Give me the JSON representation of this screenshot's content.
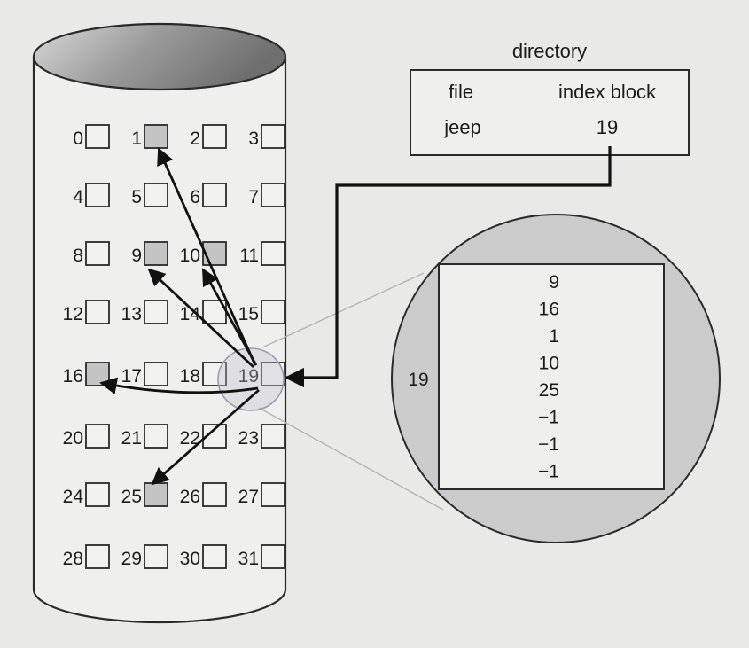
{
  "directory": {
    "title": "directory",
    "col_file": "file",
    "col_index_block": "index block",
    "file_name": "jeep",
    "index_block_value": "19"
  },
  "disk": {
    "blocks": [
      {
        "n": "0",
        "used": false
      },
      {
        "n": "1",
        "used": true
      },
      {
        "n": "2",
        "used": false
      },
      {
        "n": "3",
        "used": false
      },
      {
        "n": "4",
        "used": false
      },
      {
        "n": "5",
        "used": false
      },
      {
        "n": "6",
        "used": false
      },
      {
        "n": "7",
        "used": false
      },
      {
        "n": "8",
        "used": false
      },
      {
        "n": "9",
        "used": true
      },
      {
        "n": "10",
        "used": true
      },
      {
        "n": "11",
        "used": false
      },
      {
        "n": "12",
        "used": false
      },
      {
        "n": "13",
        "used": false
      },
      {
        "n": "14",
        "used": false
      },
      {
        "n": "15",
        "used": false
      },
      {
        "n": "16",
        "used": true
      },
      {
        "n": "17",
        "used": false
      },
      {
        "n": "18",
        "used": false
      },
      {
        "n": "19",
        "used": false,
        "index": true
      },
      {
        "n": "20",
        "used": false
      },
      {
        "n": "21",
        "used": false
      },
      {
        "n": "22",
        "used": false
      },
      {
        "n": "23",
        "used": false
      },
      {
        "n": "24",
        "used": false
      },
      {
        "n": "25",
        "used": true
      },
      {
        "n": "26",
        "used": false
      },
      {
        "n": "27",
        "used": false
      },
      {
        "n": "28",
        "used": false
      },
      {
        "n": "29",
        "used": false
      },
      {
        "n": "30",
        "used": false
      },
      {
        "n": "31",
        "used": false
      }
    ],
    "used_color": "#c4c4c4",
    "free_color": "#f2f2f0"
  },
  "index_block": {
    "label": "19",
    "entries": [
      "9",
      "16",
      "1",
      "10",
      "25",
      "−1",
      "−1",
      "−1"
    ]
  }
}
